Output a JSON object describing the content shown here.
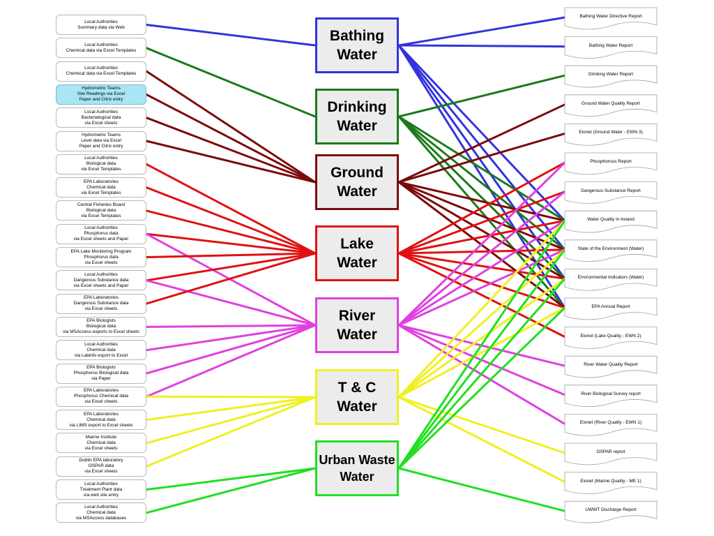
{
  "sources": [
    {
      "id": "s1",
      "lines": [
        "Local Authorities",
        "Summary data via Web"
      ]
    },
    {
      "id": "s2",
      "lines": [
        "Local Authorities",
        "Chemical data via Excel Templates"
      ]
    },
    {
      "id": "s3",
      "lines": [
        "Local Authorities",
        "Chemical data via Excel Templates"
      ]
    },
    {
      "id": "s4",
      "lines": [
        "Hydrometric Teams",
        "Site Readings via Excel",
        "Paper and Citrix entry"
      ],
      "highlight": true
    },
    {
      "id": "s5",
      "lines": [
        "Local Authorities",
        "Bacterialogical data",
        "via Excel sheets"
      ]
    },
    {
      "id": "s6",
      "lines": [
        "Hydrometric Teams",
        "Level data via Excel",
        "Paper and Citrix entry"
      ]
    },
    {
      "id": "s7",
      "lines": [
        "Local Authorities",
        "Biological data",
        "via Excel Templates"
      ]
    },
    {
      "id": "s8",
      "lines": [
        "EPA Laboratories",
        "Chemical data",
        "via Excel Templates"
      ]
    },
    {
      "id": "s9",
      "lines": [
        "Central Fisheries Board",
        "Biological data",
        "via Excel Templates"
      ]
    },
    {
      "id": "s10",
      "lines": [
        "Local Authorities",
        "Phosphorus data",
        "via Excel sheets and Paper"
      ]
    },
    {
      "id": "s11",
      "lines": [
        "EPA Lake Monitoring Program",
        "Phosphorus data",
        "via Excel sheets"
      ]
    },
    {
      "id": "s12",
      "lines": [
        "Local Authorities",
        "Dangerous Substance data",
        "via Excel sheets and Paper"
      ]
    },
    {
      "id": "s13",
      "lines": [
        "EPA Laboratories",
        "Dangerous Substance data",
        "via Excel sheets"
      ]
    },
    {
      "id": "s14",
      "lines": [
        "EPA Biologists",
        "Biological data",
        "via MSAccess exports to Excel sheets"
      ]
    },
    {
      "id": "s15",
      "lines": [
        "Local Authorities",
        "Chemical data",
        "via Labinfo export to Excel"
      ]
    },
    {
      "id": "s16",
      "lines": [
        "EPA Biologists",
        "Phosphorus Biological data",
        "via Paper"
      ]
    },
    {
      "id": "s17",
      "lines": [
        "EPA Laboratories",
        "Phosphorus Chemical data",
        "via Excel sheets"
      ]
    },
    {
      "id": "s18",
      "lines": [
        "EPA Laboratories",
        "Chemical data",
        "via LIMS export to Excel sheets"
      ]
    },
    {
      "id": "s19",
      "lines": [
        "Marine Institute",
        "Chemical data",
        "via Excel sheets"
      ]
    },
    {
      "id": "s20",
      "lines": [
        "Dublin EPA laboratory",
        "OSPAR data",
        "via Excel sheets"
      ]
    },
    {
      "id": "s21",
      "lines": [
        "Local Authorities",
        "Treatment Plant data",
        "via web site entry"
      ]
    },
    {
      "id": "s22",
      "lines": [
        "Local Authorities",
        "Chemical data",
        "via MSAccess databases"
      ]
    }
  ],
  "hubs": [
    {
      "id": "bathing",
      "lines": [
        "Bathing",
        "Water"
      ],
      "color": "#3333dd"
    },
    {
      "id": "drinking",
      "lines": [
        "Drinking",
        "Water"
      ],
      "color": "#1a7a1a"
    },
    {
      "id": "ground",
      "lines": [
        "Ground",
        "Water"
      ],
      "color": "#7a0a0a"
    },
    {
      "id": "lake",
      "lines": [
        "Lake",
        "Water"
      ],
      "color": "#e01010"
    },
    {
      "id": "river",
      "lines": [
        "River",
        "Water"
      ],
      "color": "#e040e0"
    },
    {
      "id": "tc",
      "lines": [
        "T & C",
        "Water"
      ],
      "color": "#f0f020"
    },
    {
      "id": "urban",
      "lines": [
        "Urban Waste",
        "Water"
      ],
      "color": "#20e020"
    }
  ],
  "reports": [
    {
      "id": "r1",
      "label": "Bathing Water Directive Report"
    },
    {
      "id": "r2",
      "label": "Bathing Water Report"
    },
    {
      "id": "r3",
      "label": "Drinking Water Report"
    },
    {
      "id": "r4",
      "label": "Ground Water Quality Report"
    },
    {
      "id": "r5",
      "label": "Eionet (Ground Water - EWN 3)"
    },
    {
      "id": "r6",
      "label": "Phosphorous Report"
    },
    {
      "id": "r7",
      "label": "Dangerous Substance Report"
    },
    {
      "id": "r8",
      "label": "Water Quality in Ireland"
    },
    {
      "id": "r9",
      "label": "State of the Environment (Water)"
    },
    {
      "id": "r10",
      "label": "Environmental Indicators (Water)"
    },
    {
      "id": "r11",
      "label": "EPA Annual Report"
    },
    {
      "id": "r12",
      "label": "Eionet (Lake Quality - EWN 2)"
    },
    {
      "id": "r13",
      "label": "River Water Quality Report"
    },
    {
      "id": "r14",
      "label": "River Biological Survey report"
    },
    {
      "id": "r15",
      "label": "Eionet (River Quality - EWN 1)"
    },
    {
      "id": "r16",
      "label": "OSPAR report"
    },
    {
      "id": "r17",
      "label": "Eionet (Marine Quality - ME 1)"
    },
    {
      "id": "r18",
      "label": "UWWT Discharge Report"
    }
  ],
  "source_links": [
    {
      "source": "s1",
      "hub": "bathing"
    },
    {
      "source": "s2",
      "hub": "drinking"
    },
    {
      "source": "s3",
      "hub": "ground"
    },
    {
      "source": "s4",
      "hub": "ground"
    },
    {
      "source": "s5",
      "hub": "ground"
    },
    {
      "source": "s6",
      "hub": "ground"
    },
    {
      "source": "s7",
      "hub": "lake"
    },
    {
      "source": "s8",
      "hub": "lake"
    },
    {
      "source": "s9",
      "hub": "lake"
    },
    {
      "source": "s10",
      "hub": "lake"
    },
    {
      "source": "s10",
      "hub": "river"
    },
    {
      "source": "s11",
      "hub": "lake"
    },
    {
      "source": "s12",
      "hub": "lake"
    },
    {
      "source": "s12",
      "hub": "river"
    },
    {
      "source": "s13",
      "hub": "lake"
    },
    {
      "source": "s14",
      "hub": "river"
    },
    {
      "source": "s15",
      "hub": "river"
    },
    {
      "source": "s16",
      "hub": "river"
    },
    {
      "source": "s17",
      "hub": "river"
    },
    {
      "source": "s17",
      "hub": "tc"
    },
    {
      "source": "s18",
      "hub": "tc"
    },
    {
      "source": "s19",
      "hub": "tc"
    },
    {
      "source": "s20",
      "hub": "tc"
    },
    {
      "source": "s21",
      "hub": "urban"
    },
    {
      "source": "s22",
      "hub": "urban"
    }
  ],
  "report_links": [
    {
      "hub": "bathing",
      "report": "r1"
    },
    {
      "hub": "bathing",
      "report": "r2"
    },
    {
      "hub": "bathing",
      "report": "r8"
    },
    {
      "hub": "bathing",
      "report": "r9"
    },
    {
      "hub": "bathing",
      "report": "r10"
    },
    {
      "hub": "bathing",
      "report": "r11"
    },
    {
      "hub": "drinking",
      "report": "r3"
    },
    {
      "hub": "drinking",
      "report": "r8"
    },
    {
      "hub": "drinking",
      "report": "r9"
    },
    {
      "hub": "drinking",
      "report": "r10"
    },
    {
      "hub": "drinking",
      "report": "r11"
    },
    {
      "hub": "ground",
      "report": "r4"
    },
    {
      "hub": "ground",
      "report": "r5"
    },
    {
      "hub": "ground",
      "report": "r8"
    },
    {
      "hub": "ground",
      "report": "r9"
    },
    {
      "hub": "ground",
      "report": "r10"
    },
    {
      "hub": "ground",
      "report": "r11"
    },
    {
      "hub": "lake",
      "report": "r6"
    },
    {
      "hub": "lake",
      "report": "r7"
    },
    {
      "hub": "lake",
      "report": "r8"
    },
    {
      "hub": "lake",
      "report": "r9"
    },
    {
      "hub": "lake",
      "report": "r10"
    },
    {
      "hub": "lake",
      "report": "r11"
    },
    {
      "hub": "lake",
      "report": "r12"
    },
    {
      "hub": "river",
      "report": "r6"
    },
    {
      "hub": "river",
      "report": "r7"
    },
    {
      "hub": "river",
      "report": "r8"
    },
    {
      "hub": "river",
      "report": "r9"
    },
    {
      "hub": "river",
      "report": "r13"
    },
    {
      "hub": "river",
      "report": "r14"
    },
    {
      "hub": "river",
      "report": "r15"
    },
    {
      "hub": "tc",
      "report": "r8"
    },
    {
      "hub": "tc",
      "report": "r9"
    },
    {
      "hub": "tc",
      "report": "r10"
    },
    {
      "hub": "tc",
      "report": "r11"
    },
    {
      "hub": "tc",
      "report": "r16"
    },
    {
      "hub": "tc",
      "report": "r17"
    },
    {
      "hub": "urban",
      "report": "r8"
    },
    {
      "hub": "urban",
      "report": "r9"
    },
    {
      "hub": "urban",
      "report": "r10"
    },
    {
      "hub": "urban",
      "report": "r11"
    },
    {
      "hub": "urban",
      "report": "r18"
    }
  ]
}
